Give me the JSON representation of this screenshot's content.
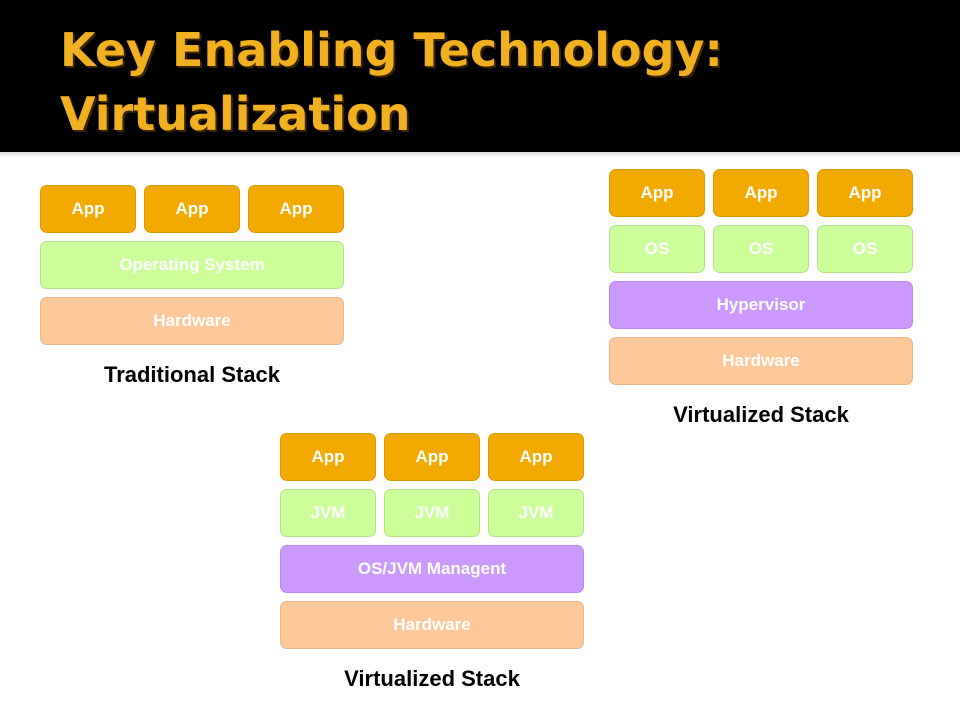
{
  "title": {
    "line1": "Key Enabling Technology:",
    "line2": "Virtualization"
  },
  "traditional": {
    "apps": [
      "App",
      "App",
      "App"
    ],
    "os": "Operating System",
    "hardware": "Hardware",
    "caption": "Traditional Stack"
  },
  "virtualized": {
    "apps": [
      "App",
      "App",
      "App"
    ],
    "oses": [
      "OS",
      "OS",
      "OS"
    ],
    "hypervisor": "Hypervisor",
    "hardware": "Hardware",
    "caption": "Virtualized Stack"
  },
  "jvm_stack": {
    "apps": [
      "App",
      "App",
      "App"
    ],
    "jvms": [
      "JVM",
      "JVM",
      "JVM"
    ],
    "manager": "OS/JVM Managent",
    "hardware": "Hardware",
    "caption": "Virtualized Stack"
  },
  "colors": {
    "app": "#f2a900",
    "os": "#ccff99",
    "hardware": "#fcc898",
    "hypervisor": "#cc99ff",
    "title_text": "#f0b020",
    "title_bar": "#000000"
  }
}
